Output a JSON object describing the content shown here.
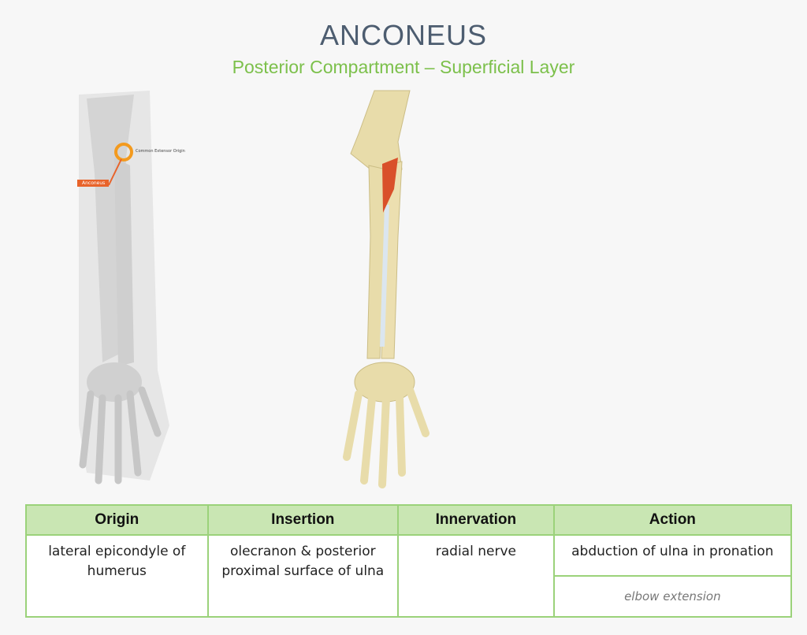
{
  "header": {
    "title": "ANCONEUS",
    "subtitle": "Posterior Compartment – Superficial Layer"
  },
  "thumbnail": {
    "label_origin": "Common Extensor Origin",
    "label_muscle": "Anconeus"
  },
  "colors": {
    "title": "#4d5d70",
    "accent": "#7cc04b",
    "muscle": "#d9502a",
    "bone": "#e8dcaa",
    "table_header": "#c9e6b3"
  },
  "table": {
    "headers": [
      "Origin",
      "Insertion",
      "Innervation",
      "Action"
    ],
    "origin": "lateral epicondyle of humerus",
    "insertion": "olecranon & posterior proximal surface of ulna",
    "innervation": "radial nerve",
    "action_primary": "abduction of ulna in pronation",
    "action_secondary": "elbow extension"
  }
}
